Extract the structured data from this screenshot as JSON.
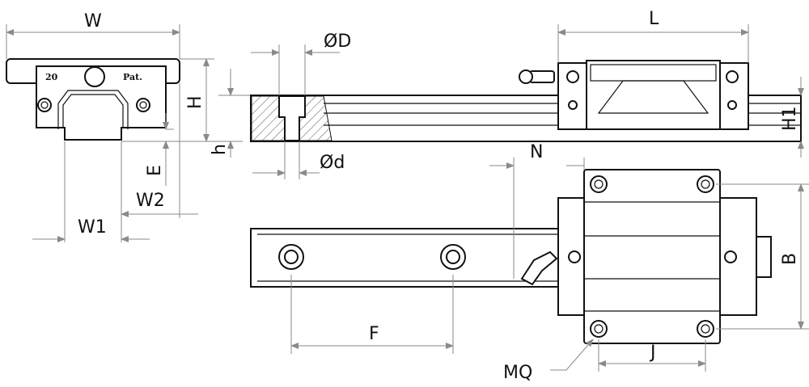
{
  "drawing": {
    "title": "Linear guide block and rail dimension drawing",
    "block_marks": {
      "size": "20",
      "patent": "Pat."
    },
    "labels": {
      "W": "W",
      "H": "H",
      "h": "h",
      "E": "E",
      "W2": "W2",
      "W1": "W1",
      "D_counterbore": "ØD",
      "d_hole": "Ød",
      "L": "L",
      "H1": "H1",
      "N": "N",
      "B": "B",
      "F": "F",
      "J": "J",
      "MQ": "MQ"
    }
  }
}
